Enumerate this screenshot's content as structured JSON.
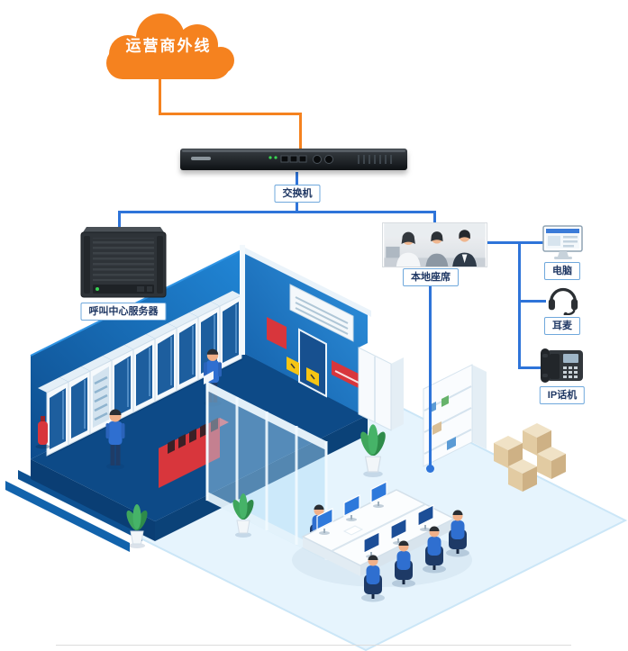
{
  "cloud": {
    "label": "运营商外线"
  },
  "nodes": {
    "switch": {
      "label": "交换机"
    },
    "server": {
      "label": "呼叫中心服务器"
    },
    "agents": {
      "label": "本地座席"
    },
    "pc": {
      "label": "电脑"
    },
    "headset": {
      "label": "耳麦"
    },
    "ip_phone": {
      "label": "IP话机"
    }
  },
  "colors": {
    "cloud_orange": "#F5821F",
    "connector_blue": "#2E74D9",
    "label_border": "#6FA8DC",
    "label_text": "#203864",
    "room_wall_dark": "#0E5191",
    "room_wall_light": "#1E7ECF",
    "floor_light": "#E6F4FD"
  }
}
